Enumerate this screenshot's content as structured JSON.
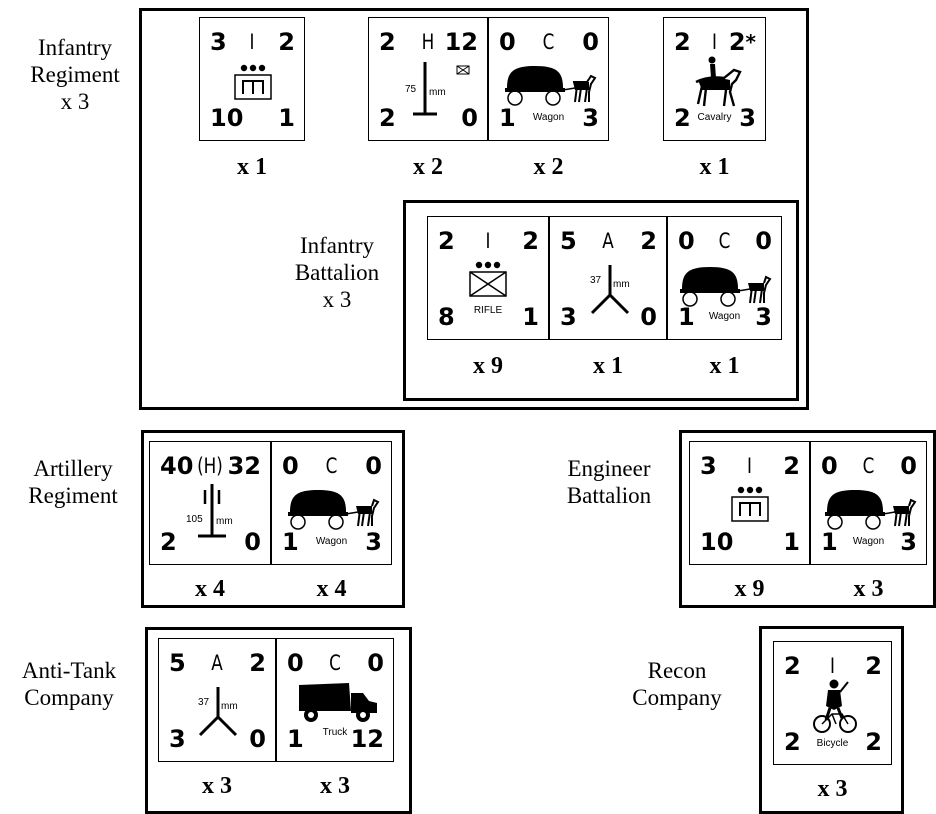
{
  "groups": {
    "infantry_regiment": {
      "label_lines": [
        "Infantry",
        "Regiment",
        "x 3"
      ],
      "counters": [
        {
          "tl": "3",
          "tc": "I",
          "tr": "2",
          "bl": "10",
          "br": "1",
          "symbol": "engineer-symbol",
          "mult": "x 1"
        },
        {
          "tl": "2",
          "tc": "H",
          "tr": "12",
          "bl": "2",
          "br": "0",
          "unit_caliber": "75",
          "unit_suffix": "mm",
          "symbol": "howitzer-symbol",
          "mult": "x 2"
        },
        {
          "tl": "0",
          "tc": "C",
          "tr": "0",
          "bl": "1",
          "br": "3",
          "caption": "Wagon",
          "symbol": "wagon-image",
          "mult": "x 2"
        },
        {
          "tl": "2",
          "tc": "I",
          "tr": "2",
          "tr_mark": "*",
          "bl": "2",
          "br": "3",
          "caption": "Cavalry",
          "symbol": "cavalry-image",
          "mult": "x 1"
        }
      ]
    },
    "infantry_battalion": {
      "label_lines": [
        "Infantry",
        "Battalion",
        "x 3"
      ],
      "counters": [
        {
          "tl": "2",
          "tc": "I",
          "tr": "2",
          "bl": "8",
          "br": "1",
          "caption": "RIFLE",
          "symbol": "rifle-symbol",
          "mult": "x 9"
        },
        {
          "tl": "5",
          "tc": "A",
          "tr": "2",
          "bl": "3",
          "br": "0",
          "unit_caliber": "37",
          "unit_suffix": "mm",
          "symbol": "antitank-gun-symbol",
          "mult": "x 1"
        },
        {
          "tl": "0",
          "tc": "C",
          "tr": "0",
          "bl": "1",
          "br": "3",
          "caption": "Wagon",
          "symbol": "wagon-image",
          "mult": "x 1"
        }
      ]
    },
    "artillery_regiment": {
      "label_lines": [
        "Artillery",
        "Regiment"
      ],
      "counters": [
        {
          "tl": "40",
          "tc": "(H)",
          "tr": "32",
          "bl": "2",
          "br": "0",
          "unit_caliber": "105",
          "unit_suffix": "mm",
          "symbol": "heavy-howitzer-symbol",
          "mult": "x 4"
        },
        {
          "tl": "0",
          "tc": "C",
          "tr": "0",
          "bl": "1",
          "br": "3",
          "caption": "Wagon",
          "symbol": "wagon-image",
          "mult": "x 4"
        }
      ]
    },
    "engineer_battalion": {
      "label_lines": [
        "Engineer",
        "Battalion"
      ],
      "counters": [
        {
          "tl": "3",
          "tc": "I",
          "tr": "2",
          "bl": "10",
          "br": "1",
          "symbol": "engineer-symbol",
          "mult": "x 9"
        },
        {
          "tl": "0",
          "tc": "C",
          "tr": "0",
          "bl": "1",
          "br": "3",
          "caption": "Wagon",
          "symbol": "wagon-image",
          "mult": "x 3"
        }
      ]
    },
    "antitank_company": {
      "label_lines": [
        "Anti-Tank",
        "Company"
      ],
      "counters": [
        {
          "tl": "5",
          "tc": "A",
          "tr": "2",
          "bl": "3",
          "br": "0",
          "unit_caliber": "37",
          "unit_suffix": "mm",
          "symbol": "antitank-gun-symbol",
          "mult": "x 3"
        },
        {
          "tl": "0",
          "tc": "C",
          "tr": "0",
          "bl": "1",
          "br": "12",
          "caption": "Truck",
          "symbol": "truck-image",
          "mult": "x 3"
        }
      ]
    },
    "recon_company": {
      "label_lines": [
        "Recon",
        "Company"
      ],
      "counters": [
        {
          "tl": "2",
          "tc": "I",
          "tr": "2",
          "bl": "2",
          "br": "2",
          "caption": "Bicycle",
          "symbol": "bicycle-image",
          "mult": "x 3"
        }
      ]
    }
  }
}
